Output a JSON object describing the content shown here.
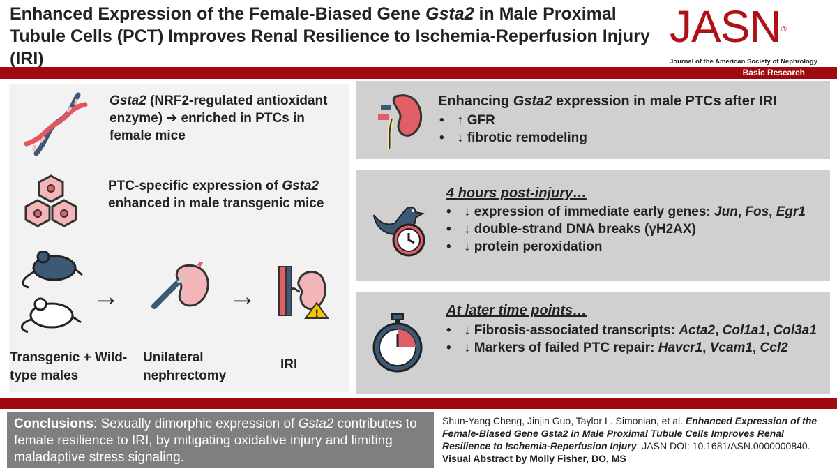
{
  "title": {
    "part1": "Enhanced Expression of the Female-Biased Gene ",
    "gene": "Gsta2",
    "part2": " in Male Proximal Tubule Cells (PCT) Improves Renal Resilience to Ischemia-Reperfusion Injury (IRI)"
  },
  "journal": {
    "logo": "JASN",
    "registered": "®",
    "full_name": "Journal of the American Society of Nephrology",
    "badge": "Basic Research"
  },
  "left": {
    "block1": {
      "gene": "Gsta2",
      "text1": " (NRF2-regulated antioxidant enzyme) ",
      "arrow": "➔",
      "text2": " enriched in PTCs in female mice"
    },
    "block2": {
      "text1": "PTC-specific expression of ",
      "gene": "Gsta2",
      "text2": " enhanced in male transgenic mice"
    },
    "step_arrow": "→",
    "labels": {
      "mice": "Transgenic + Wild-type males",
      "nephrectomy": "Unilateral nephrectomy",
      "iri": "IRI"
    }
  },
  "panel1": {
    "heading1": "Enhancing ",
    "gene": "Gsta2",
    "heading2": " expression in male PTCs after IRI",
    "bullets": [
      "↑ GFR",
      "↓ fibrotic remodeling"
    ]
  },
  "panel2": {
    "heading": "4 hours post-injury…",
    "b1_text": "↓ expression of immediate early genes: ",
    "b1_genes": [
      "Jun",
      "Fos",
      "Egr1"
    ],
    "b1_sep": ", ",
    "b2": "↓ double-strand DNA breaks (γH2AX)",
    "b3": "↓  protein peroxidation"
  },
  "panel3": {
    "heading": "At later time points…",
    "b1_text": "↓ Fibrosis-associated transcripts: ",
    "b1_genes": [
      "Acta2",
      "Col1a1",
      "Col3a1"
    ],
    "b2_text": "↓ Markers of failed PTC repair: ",
    "b2_genes": [
      "Havcr1",
      "Vcam1",
      "Ccl2"
    ],
    "sep": ", "
  },
  "conclusion": {
    "label": "Conclusions",
    "text1": ": Sexually dimorphic expression of ",
    "gene": "Gsta2",
    "text2": " contributes to female resilience to IRI, by mitigating oxidative injury and limiting maladaptive stress signaling."
  },
  "citation": {
    "authors": "Shun-Yang Cheng, Jinjin Guo, Taylor L. Simonian, et al. ",
    "title": "Enhanced Expression of the Female-Biased Gene Gsta2 in Male Proximal Tubule Cells Improves Renal Resilience to Ischemia-Reperfusion Injury",
    "doi": ". JASN DOI: 10.1681/ASN.0000000840. ",
    "credit": "Visual Abstract by Molly Fisher, DO, MS"
  },
  "colors": {
    "brand_red": "#a00a0f",
    "logo_red": "#b01116",
    "panel_gray": "#d0d0d0",
    "left_gray": "#f2f2f2",
    "conclusion_gray": "#7f7f7f"
  },
  "icons": [
    "dna-icon",
    "cells-icon",
    "mouse-icon",
    "nephrectomy-icon",
    "iri-kidney-icon",
    "kidney-icon",
    "bird-clock-icon",
    "stopwatch-icon"
  ]
}
